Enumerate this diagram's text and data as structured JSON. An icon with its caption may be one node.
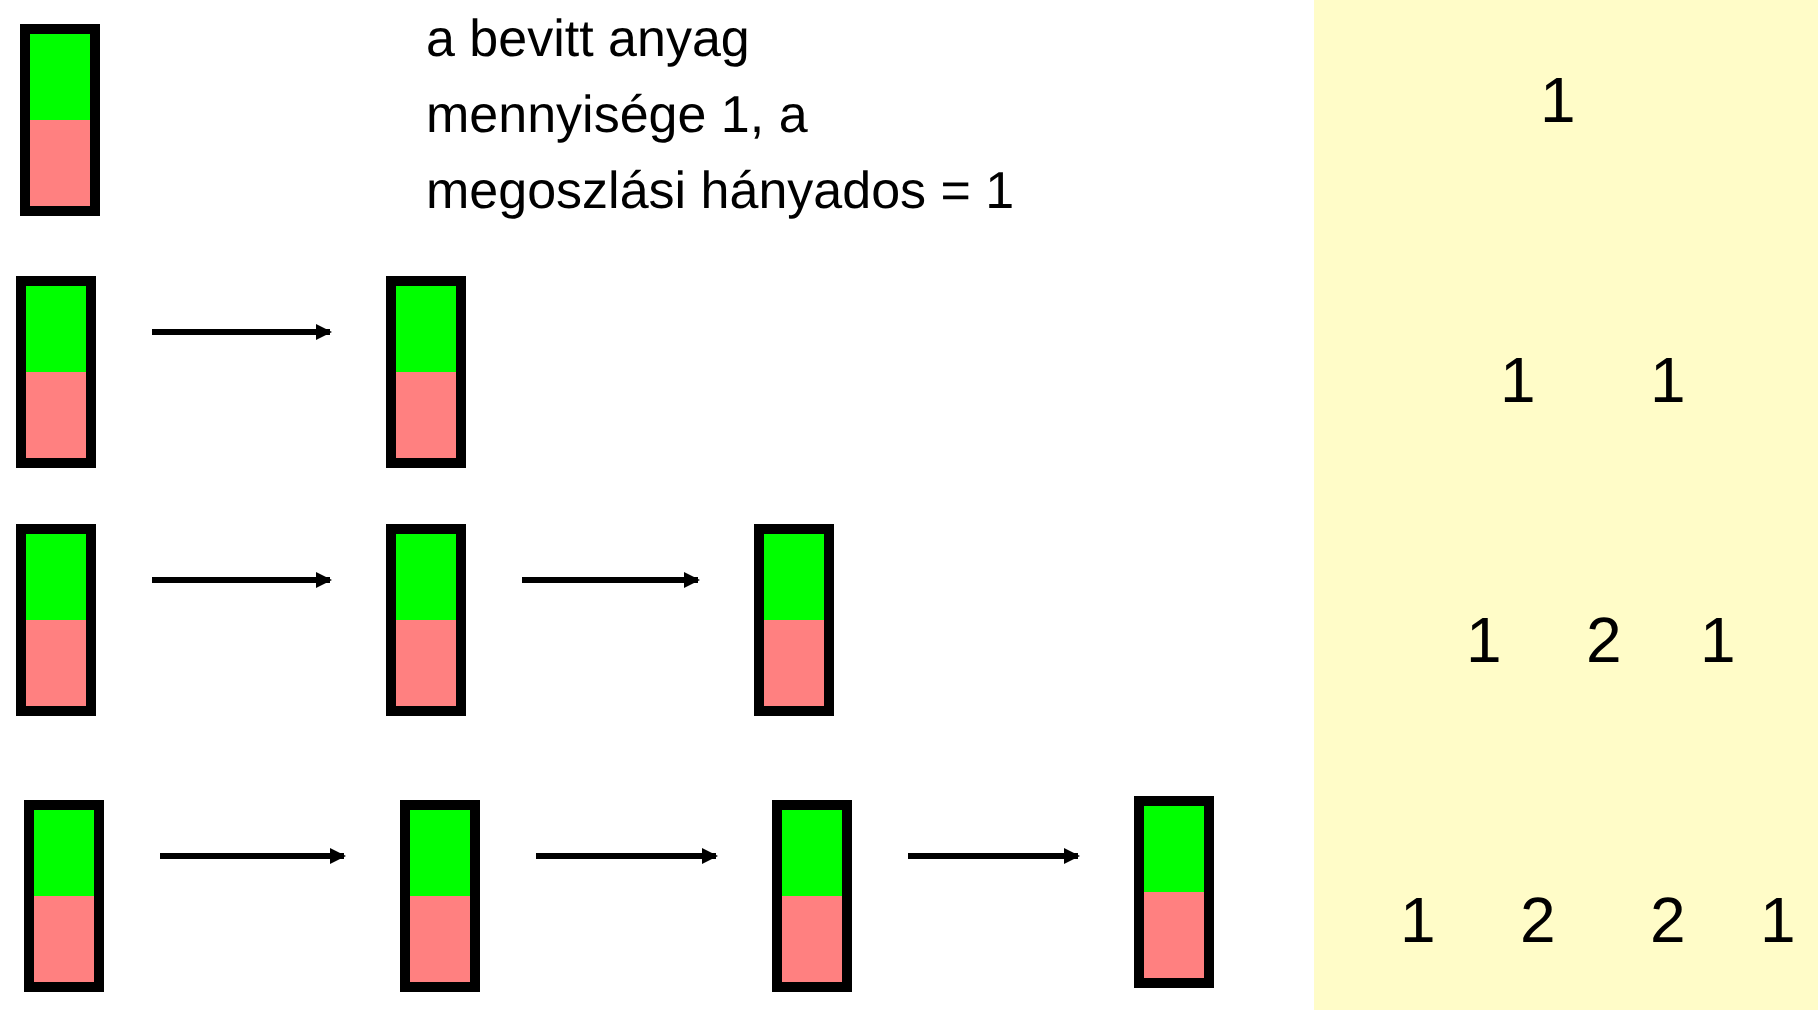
{
  "diagram": {
    "nodes": [
      {
        "text": [],
        "shape": "box"
      },
      {
        "text": [],
        "shape": "box"
      },
      {
        "text": [],
        "shape": "box"
      },
      {
        "text": [],
        "shape": "box"
      },
      {
        "text": [],
        "shape": "box"
      },
      {
        "text": [],
        "shape": "box"
      },
      {
        "text": [],
        "shape": "box"
      },
      {
        "text": [],
        "shape": "box"
      },
      {
        "text": [],
        "shape": "box"
      },
      {
        "text": [],
        "shape": "box"
      }
    ],
    "edges": [
      {
        "from": 1,
        "to": 2,
        "arrow": "to"
      },
      {
        "from": 3,
        "to": 4,
        "arrow": "to"
      },
      {
        "from": 4,
        "to": 5,
        "arrow": "to"
      },
      {
        "from": 6,
        "to": 7,
        "arrow": "to"
      },
      {
        "from": 7,
        "to": 8,
        "arrow": "to"
      },
      {
        "from": 8,
        "to": 9,
        "arrow": "to"
      }
    ],
    "labels": [
      "a bevitt anyag mennyisége 1, a megoszlási hányados = 1",
      "1",
      "1",
      "1",
      "1",
      "2",
      "1",
      "1",
      "2",
      "2",
      "1"
    ]
  }
}
